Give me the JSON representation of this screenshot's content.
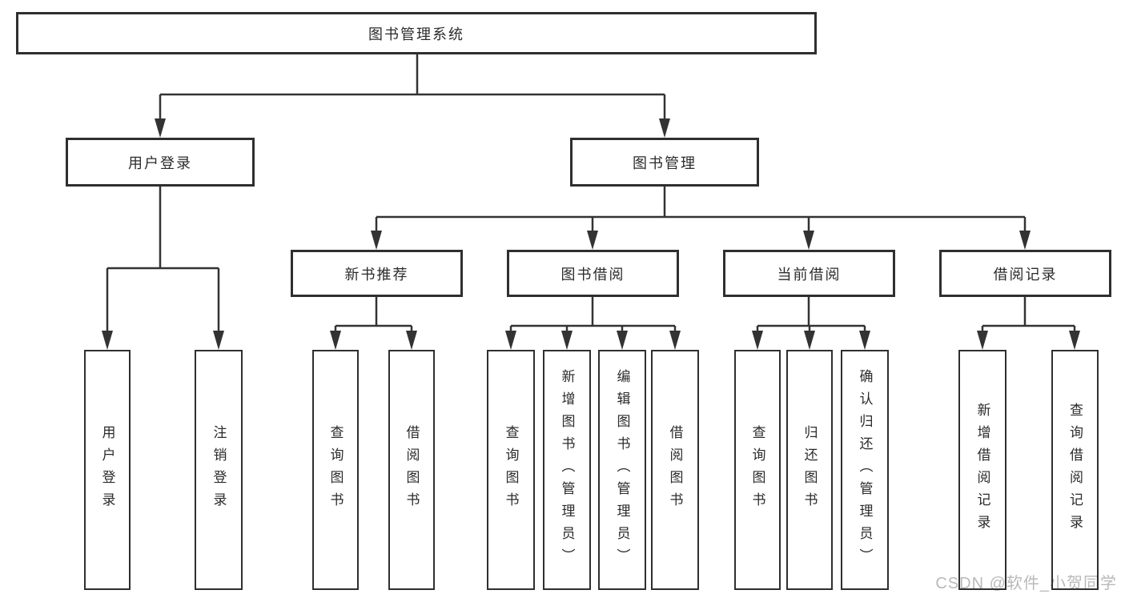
{
  "diagram": {
    "title_node": {
      "label": "图书管理系统"
    },
    "level2": [
      {
        "label": "用户登录"
      },
      {
        "label": "图书管理"
      }
    ],
    "level3": [
      {
        "label": "新书推荐"
      },
      {
        "label": "图书借阅"
      },
      {
        "label": "当前借阅"
      },
      {
        "label": "借阅记录"
      }
    ],
    "leaves": [
      {
        "label": "用户登录"
      },
      {
        "label": "注销登录"
      },
      {
        "label": "查询图书"
      },
      {
        "label": "借阅图书"
      },
      {
        "label": "查询图书"
      },
      {
        "label": "新增图书（管理员）"
      },
      {
        "label": "编辑图书（管理员）"
      },
      {
        "label": "借阅图书"
      },
      {
        "label": "查询图书"
      },
      {
        "label": "归还图书"
      },
      {
        "label": "确认归还（管理员）"
      },
      {
        "label": "新增借阅记录"
      },
      {
        "label": "查询借阅记录"
      }
    ]
  },
  "watermark": {
    "text": "CSDN @软件_小贺同学"
  },
  "colors": {
    "line": "#333333",
    "box_border": "#2f2f2f",
    "text": "#2b2b2b",
    "background": "#ffffff",
    "watermark": "#b9b9b9"
  }
}
